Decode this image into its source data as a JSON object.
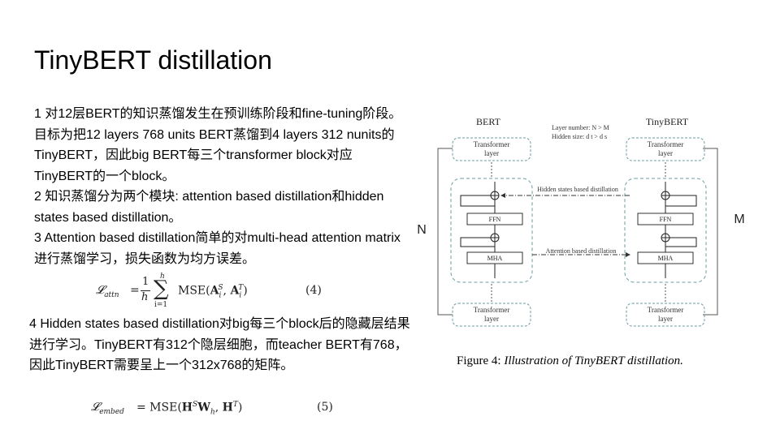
{
  "slide": {
    "title": "TinyBERT distillation"
  },
  "notes": {
    "p1": "1 对12层BERT的知识蒸馏发生在预训练阶段和fine-tuning阶段。目标为把12 layers 768 units BERT蒸馏到4 layers 312 nunits的TinyBERT，因此big BERT每三个transformer block对应TinyBERT的一个block。",
    "p2": "2 知识蒸馏分为两个模块: attention based distillation和hidden states based distillation。",
    "p3": "3 Attention based distillation简单的对multi-head attention matrix进行蒸馏学习，损失函数为均方误差。",
    "p4": "4 Hidden states based distillation对big每三个block后的隐藏层结果进行学习。TinyBERT有312个隐层细胞，而teacher BERT有768，因此TinyBERT需要呈上一个312x768的矩阵。"
  },
  "formulas": {
    "attn": {
      "lhs": "𝓛attn",
      "eq": "=",
      "frac_num": "1",
      "frac_den": "h",
      "sum_top": "h",
      "sum_bottom": "i=1",
      "rhs": "MSE(A S i , A T i )",
      "number": "(4)"
    },
    "embed": {
      "lhs": "𝓛embed",
      "rhs": "= MSE(H S W h , H T )",
      "number": "(5)"
    }
  },
  "diagram": {
    "left_model": "BERT",
    "right_model": "TinyBERT",
    "layer_number_note": "Layer number: N > M",
    "hidden_size_note": "Hidden size: d t > d s",
    "transformer_label_line1": "Transformer",
    "transformer_label_line2": "layer",
    "ffn": "FFN",
    "mha": "MHA",
    "hidden_distill": "Hidden states based distillation",
    "attn_distill": "Attention based distillation",
    "left_count": "N",
    "right_count": "M"
  },
  "caption": {
    "prefix": "Figure 4:",
    "text": "Illustration of TinyBERT distillation."
  }
}
